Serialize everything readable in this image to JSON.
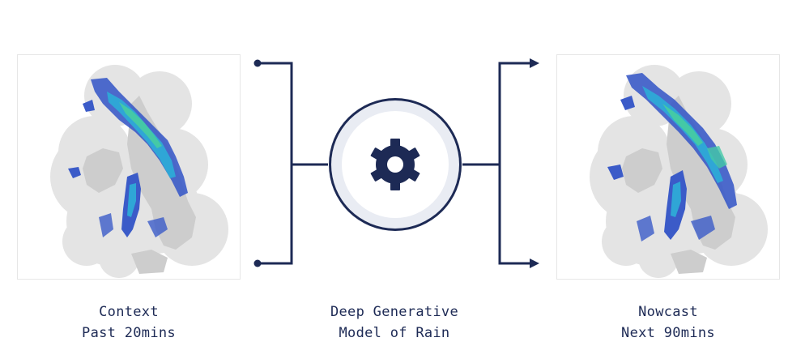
{
  "diagram": {
    "input": {
      "title": "Context",
      "subtitle": "Past 20mins"
    },
    "model": {
      "title": "Deep Generative",
      "subtitle": "Model of Rain",
      "icon": "gear-icon"
    },
    "output": {
      "title": "Nowcast",
      "subtitle": "Next 90mins"
    }
  },
  "colors": {
    "line": "#1d2a55",
    "ring": "#e9ecf3",
    "radar_mask": "#e4e4e4",
    "land": "#cfcfcf",
    "rain_low": "#3b5bc8",
    "rain_mid": "#2fa6d6",
    "rain_high": "#44c9a6"
  }
}
